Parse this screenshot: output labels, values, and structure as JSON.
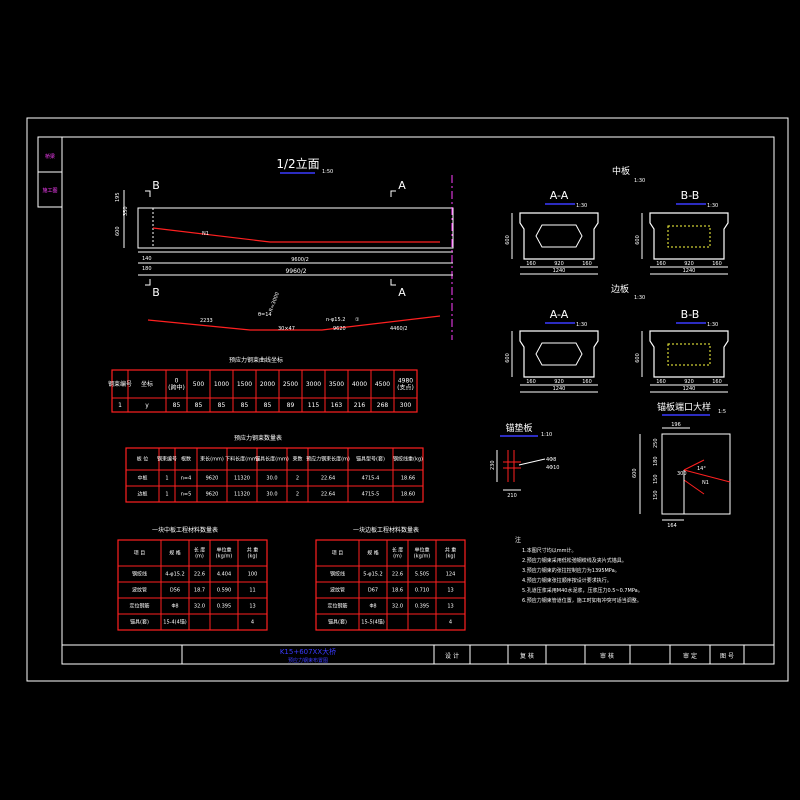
{
  "colors": {
    "bg": "#000000",
    "white": "#ffffff",
    "red": "#ff2020",
    "cyan": "#00ffff",
    "yellow": "#ffff40",
    "blue": "#3b3bff",
    "magenta": "#ff40ff",
    "green": "#40ff40"
  },
  "left_strip": {
    "label1": "桥梁",
    "label2": "施工图"
  },
  "elevation": {
    "title": "1/2立面",
    "scale": "1:50",
    "sec_b": "B",
    "sec_a": "A",
    "dim_half_beam": "9960/2",
    "dim_half_span": "9600/2",
    "dim_140": "140",
    "dim_180": "180",
    "dim_195": "195",
    "dim_350": "350",
    "dim_600": "600",
    "strand_label": "N1",
    "tendon_note1": "n-φ15.2",
    "tendon_note2": "9620",
    "tendon_note3": "4460/2",
    "tendon_note4": "2233",
    "tendon_note5": "R=3000",
    "tendon_note6": "30×47",
    "tendon_note7": "θ=14",
    "tendon_circle": "①"
  },
  "mid_plate": {
    "title": "中板",
    "scale": "1:30",
    "aa": "A-A",
    "bb": "B-B",
    "aa_scale": "1:30",
    "bb_scale": "1:30",
    "w_total": "1240",
    "w_mid": "920",
    "w_side": "160",
    "h": "600"
  },
  "edge_plate": {
    "title": "边板",
    "scale": "1:30",
    "aa": "A-A",
    "bb": "B-B",
    "aa_scale": "1:30",
    "bb_scale": "1:30",
    "w_total": "1240",
    "w_mid": "920",
    "w_side": "160",
    "h": "600"
  },
  "anchor_detail": {
    "title": "锚垫板",
    "scale": "1:10",
    "dim_w": "210",
    "dim_h": "230",
    "bar": "4Φ8",
    "bar2": "4Φ10"
  },
  "anchor_end": {
    "title": "锚板端口大样",
    "scale": "1:5",
    "dims": [
      "250",
      "180",
      "150",
      "150",
      "300"
    ],
    "bottom": "164",
    "top": "196",
    "h": "600",
    "note_a": "14°",
    "note_b": "N1"
  },
  "table1": {
    "title": "预应力钢束曲线坐标",
    "headers": [
      "钢束编号",
      "坐标",
      "0\n(跨中)",
      "500",
      "1000",
      "1500",
      "2000",
      "2500",
      "3000",
      "3500",
      "4000",
      "4500",
      "4980\n(支点)"
    ],
    "row": [
      "1",
      "y",
      "85",
      "85",
      "85",
      "85",
      "85",
      "89",
      "115",
      "163",
      "216",
      "268",
      "300"
    ]
  },
  "table2": {
    "title": "预应力钢束数量表",
    "headers": [
      "板  位",
      "钢束编号",
      "根数",
      "束长(mm)",
      "下料长度(mm)",
      "锚具长度(mm)",
      "束数",
      "预应力钢束长度(m)",
      "锚具型号(套)",
      "钢绞线重(kg)"
    ],
    "rows": [
      [
        "中板",
        "1",
        "n=4",
        "9620",
        "11320",
        "30.0",
        "2",
        "22.64",
        "4715-4",
        "18.66"
      ],
      [
        "边板",
        "1",
        "n=5",
        "9620",
        "11320",
        "30.0",
        "2",
        "22.64",
        "4715-5",
        "18.60"
      ]
    ]
  },
  "table3": {
    "title": "一块中板工程材料数量表",
    "headers": [
      "项  目",
      "规  格",
      "长  度\n(m)",
      "单位重\n(kg/m)",
      "共  重\n(kg)"
    ],
    "rows": [
      [
        "钢绞线",
        "4-φ15.2",
        "22.6",
        "4.404",
        "100"
      ],
      [
        "波纹管",
        "D56",
        "18.7",
        "0.590",
        "11"
      ],
      [
        "定位钢筋",
        "Φ8",
        "32.0",
        "0.395",
        "13"
      ],
      [
        "锚具(套)",
        "15-4(4锚)",
        "",
        "",
        "4"
      ]
    ]
  },
  "table4": {
    "title": "一块边板工程材料数量表",
    "headers": [
      "项  目",
      "规  格",
      "长  度\n(m)",
      "单位重\n(kg/m)",
      "共  重\n(kg)"
    ],
    "rows": [
      [
        "钢绞线",
        "5-φ15.2",
        "22.6",
        "5.505",
        "124"
      ],
      [
        "波纹管",
        "D67",
        "18.6",
        "0.710",
        "13"
      ],
      [
        "定位钢筋",
        "Φ8",
        "32.0",
        "0.395",
        "13"
      ],
      [
        "锚具(套)",
        "15-5(4锚)",
        "",
        "",
        "4"
      ]
    ]
  },
  "notes": {
    "title": "注",
    "items": [
      "1.本图尺寸均以mm计。",
      "2.预应力钢束采用低松弛钢绞线及夹片式锚具。",
      "3.预应力钢束的张拉控制应力为1395MPa。",
      "4.预应力钢束张拉顺序按设计要求执行。",
      "5.孔道压浆采用M40水泥浆，压浆压力0.5~0.7MPa。",
      "6.预应力钢束管道位置，施工时如有冲突可适当调整。"
    ]
  },
  "titleblock": {
    "project": "K15+607XX大桥",
    "drawing": "预应力钢束布置图",
    "design": "设 计",
    "check": "复 核",
    "review": "审 核",
    "approve": "审 定",
    "sheet": "图 号"
  }
}
